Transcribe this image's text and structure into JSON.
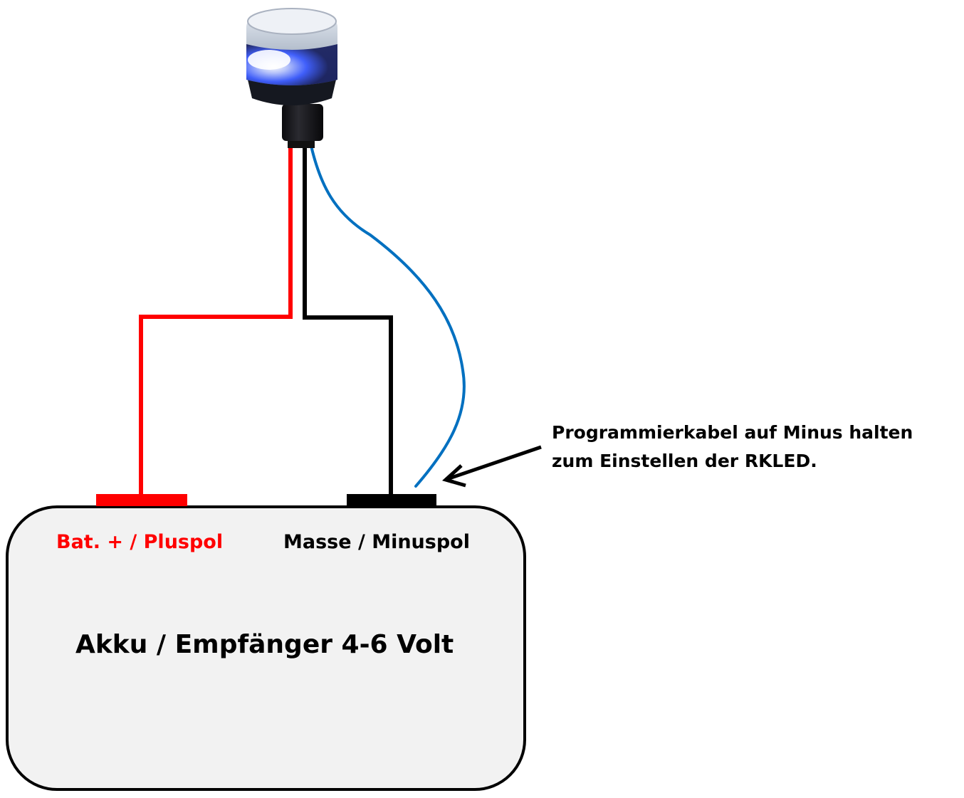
{
  "device": {
    "name": "Akku / Empfänger 4-6 Volt",
    "fill_color": "#f2f2f2",
    "border_color": "#000000"
  },
  "terminals": {
    "plus": {
      "label": "Bat. + / Pluspol",
      "color": "#ff0000"
    },
    "minus": {
      "label": "Masse / Minuspol",
      "color": "#000000"
    }
  },
  "wires": {
    "positive_color": "#ff0000",
    "ground_color": "#000000",
    "programming_color": "#0070c0"
  },
  "annotation": {
    "line1": "Programmierkabel auf Minus halten",
    "line2": "zum Einstellen der RKLED."
  },
  "led": {
    "icon": "beacon-light-icon",
    "glow_color": "#3c5cff"
  }
}
